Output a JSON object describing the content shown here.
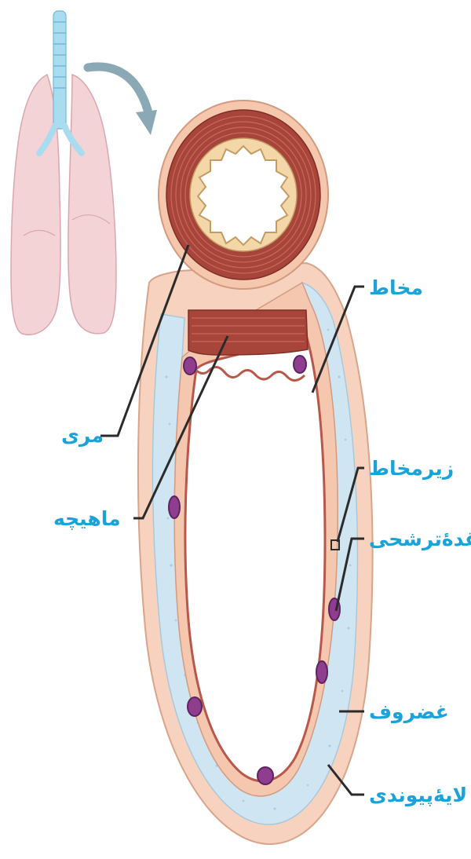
{
  "labels": {
    "mucosa": "مخاط",
    "submucosa": "زیرمخاط",
    "secretory_gland": "غدهٔ‌ترشحی",
    "cartilage": "غضروف",
    "connective_layer": "لایهٔ‌پیوندی",
    "esophagus": "مری",
    "muscle": "ماهیچه"
  },
  "colors": {
    "label_text": "#1aa3d8",
    "leader_line": "#2b2b2b",
    "esophagus_muscle": "#a8453a",
    "cartilage": "#c9e3f1",
    "connective_tissue": "#f3c9ae",
    "glands": "#8e3d8f",
    "lungs": "#f3d3d6",
    "trachea_small": "#a9dcef"
  }
}
